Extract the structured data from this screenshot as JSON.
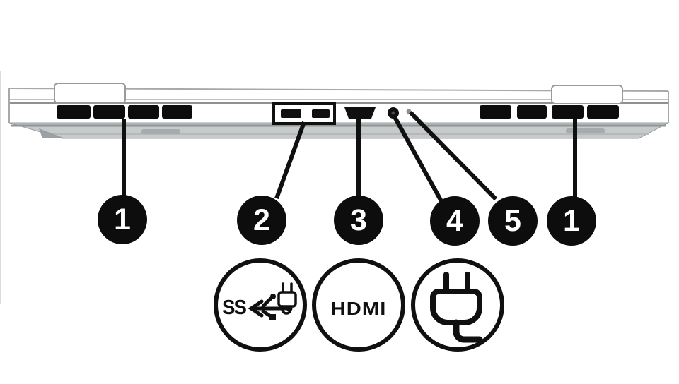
{
  "page": {
    "background": "#ffffff"
  },
  "diagram": {
    "name": "Laptop rear view with numbered callouts",
    "callouts": [
      {
        "number": "1",
        "target": "vent-left"
      },
      {
        "number": "2",
        "target": "usb-ports"
      },
      {
        "number": "3",
        "target": "hdmi-port"
      },
      {
        "number": "4",
        "target": "power-connector"
      },
      {
        "number": "5",
        "target": "ac-adapter-light"
      },
      {
        "number": "1",
        "target": "vent-right"
      }
    ],
    "legend_icons": [
      {
        "name": "usb-superspeed-charge-icon",
        "text": "SS"
      },
      {
        "name": "hdmi-icon",
        "text": "HDMI"
      },
      {
        "name": "power-plug-icon",
        "text": ""
      }
    ],
    "colors": {
      "ink": "#101010",
      "callout_fill": "#0d0d0d",
      "callout_text": "#ffffff",
      "chassis_line": "#a8a8a8",
      "base_fill": "#c7cacb"
    }
  }
}
